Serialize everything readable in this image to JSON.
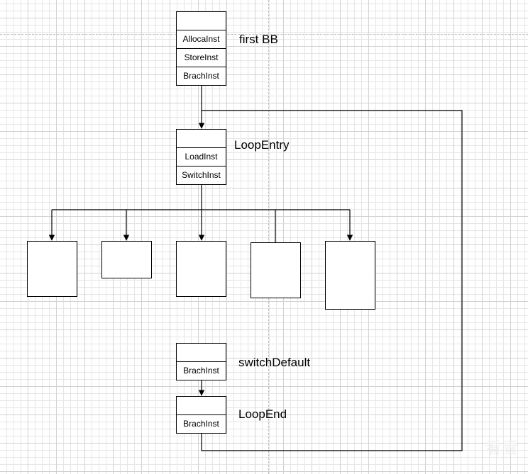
{
  "diagram": {
    "first_bb": {
      "label": "first BB",
      "instructions": [
        "AllocaInst",
        "StoreInst",
        "BrachInst"
      ]
    },
    "loop_entry": {
      "label": "LoopEntry",
      "instructions": [
        "LoadInst",
        "SwitchInst"
      ]
    },
    "switch_default": {
      "label": "switchDefault",
      "instructions": [
        "BrachInst"
      ]
    },
    "loop_end": {
      "label": "LoopEnd",
      "instructions": [
        "BrachInst"
      ]
    },
    "case_block_count": 5
  },
  "watermark": "看雪"
}
